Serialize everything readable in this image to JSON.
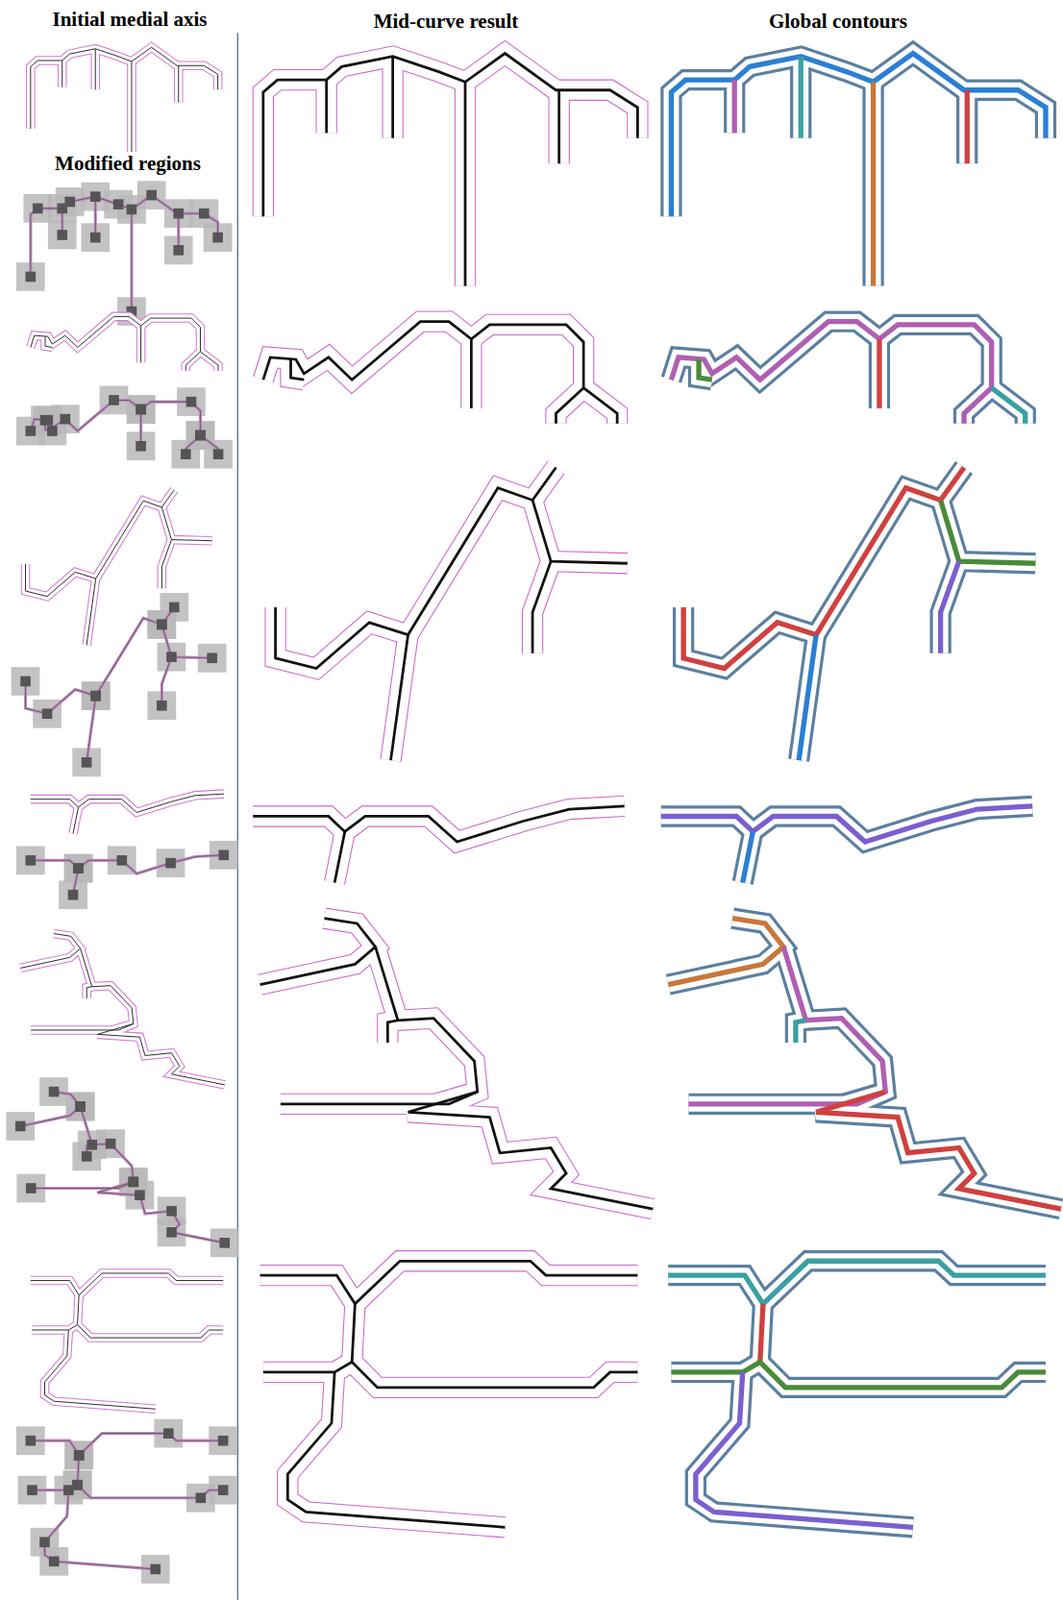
{
  "diagram": {
    "labels": [
      "Initial medial axis",
      "Mid-curve result",
      "Global contours",
      "Modified regions"
    ]
  }
}
